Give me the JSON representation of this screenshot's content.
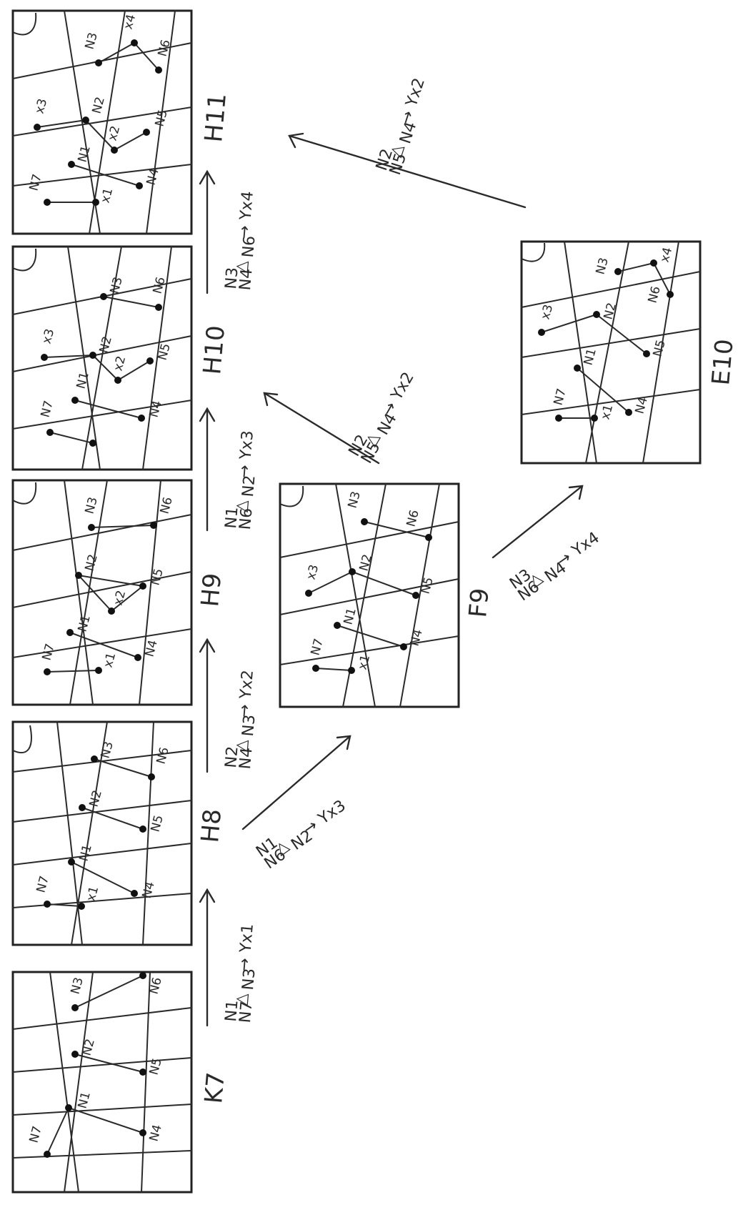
{
  "panels": {
    "k7": {
      "title": "K7",
      "nodes": [
        "N7",
        "N1",
        "N2",
        "N3",
        "N6",
        "N5",
        "N4"
      ]
    },
    "h8": {
      "title": "H8",
      "nodes": [
        "N7",
        "x1",
        "N1",
        "N2",
        "N3",
        "N6",
        "N5",
        "N4"
      ]
    },
    "h9": {
      "title": "H9",
      "nodes": [
        "N7",
        "x1",
        "N1",
        "N2",
        "x2",
        "N3",
        "N6",
        "N5",
        "N4"
      ]
    },
    "h10": {
      "title": "H10",
      "nodes": [
        "N7",
        "N1",
        "x3",
        "N2",
        "x2",
        "N3",
        "N6",
        "N5",
        "N4"
      ]
    },
    "h11": {
      "title": "H11",
      "nodes": [
        "N7",
        "x1",
        "N1",
        "x3",
        "N2",
        "x2",
        "N3",
        "x4",
        "N6",
        "N5",
        "N4"
      ]
    },
    "f9": {
      "title": "F9",
      "nodes": [
        "N7",
        "x1",
        "N1",
        "x3",
        "N2",
        "N3",
        "N6",
        "N5",
        "N4"
      ]
    },
    "e10": {
      "title": "E10",
      "nodes": [
        "N7",
        "x1",
        "N1",
        "x3",
        "N2",
        "N3",
        "x4",
        "N6",
        "N5",
        "N4"
      ]
    }
  },
  "transitions": {
    "k7_h8": {
      "triangle": [
        "N1",
        "N7",
        "N3"
      ],
      "result": "Yx1"
    },
    "h8_h9": {
      "triangle": [
        "N2",
        "N4",
        "N3"
      ],
      "result": "Yx2"
    },
    "h9_h10": {
      "triangle": [
        "N1",
        "N6",
        "N2"
      ],
      "result": "Yx3"
    },
    "h10_h11": {
      "triangle": [
        "N3",
        "N4",
        "N6"
      ],
      "result": "Yx4"
    },
    "h8_f9": {
      "triangle": [
        "N1",
        "N6",
        "N2"
      ],
      "result": "Yx3"
    },
    "f9_h10": {
      "triangle": [
        "N2",
        "N5",
        "N4"
      ],
      "result": "Yx2"
    },
    "f9_e10": {
      "triangle": [
        "N3",
        "N6",
        "N4"
      ],
      "result": "Yx4"
    },
    "e10_h11": {
      "triangle": [
        "N2",
        "N5",
        "N4"
      ],
      "result": "Yx2"
    }
  }
}
